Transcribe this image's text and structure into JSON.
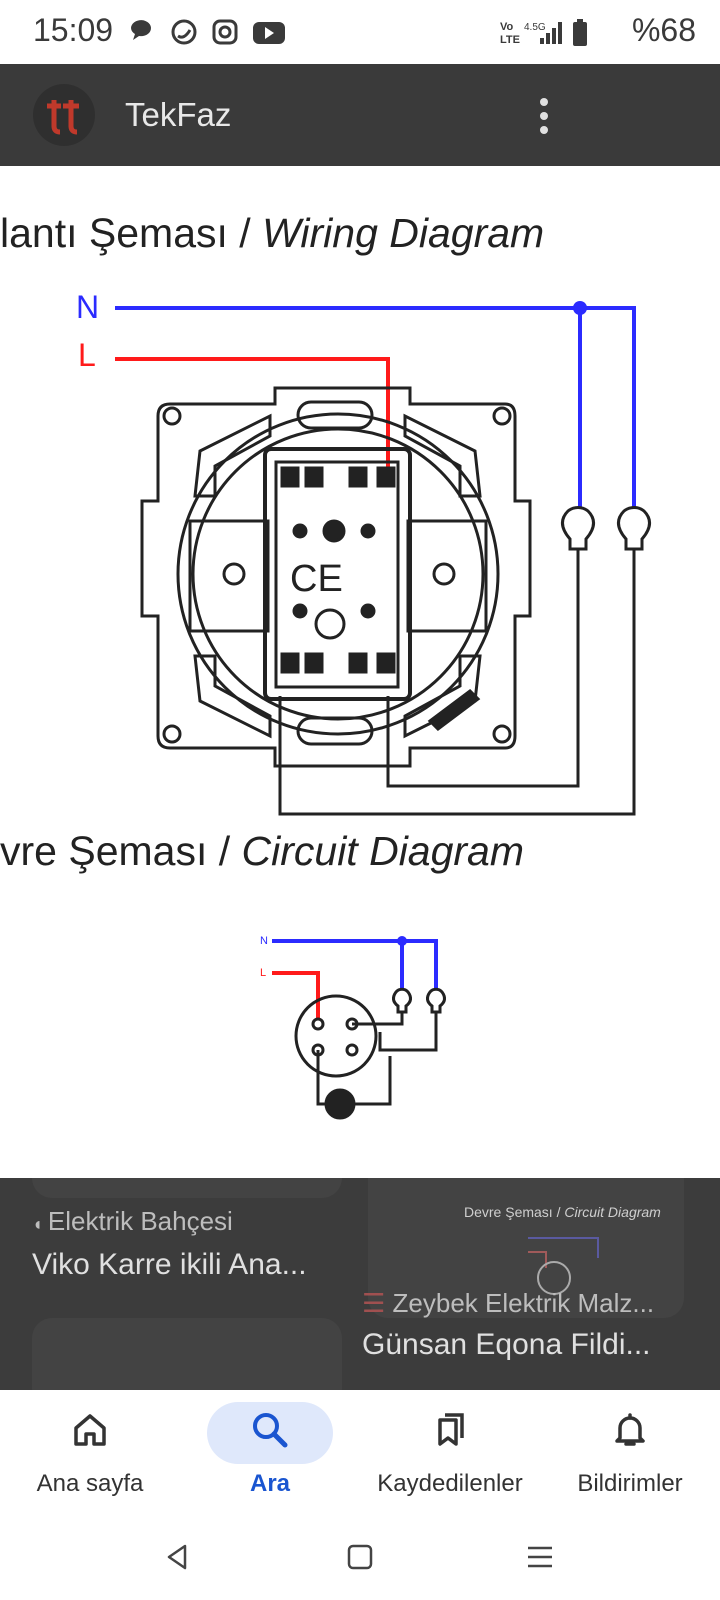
{
  "status_bar": {
    "time": "15:09",
    "battery": "%68",
    "network": "4.5G",
    "icons": [
      "chat-bubble-icon",
      "whatsapp-icon",
      "instagram-icon",
      "youtube-icon",
      "volte-icon",
      "signal-icon",
      "battery-icon"
    ]
  },
  "header": {
    "site_name": "TekFaz",
    "logo_text": "tt",
    "menu_icon": "more-vert-icon"
  },
  "image": {
    "wiring_title_plain": "lantı Şeması / ",
    "wiring_title_italic": "Wiring Diagram",
    "circuit_title_plain": "vre Şeması / ",
    "circuit_title_italic": "Circuit Diagram",
    "label_n": "N",
    "label_l": "L",
    "colors": {
      "neutral": "#2b2bff",
      "live": "#ff1a1a",
      "line": "#222222"
    }
  },
  "results": [
    {
      "source": "Elektrik Bahçesi",
      "title": "Viko Karre ikili Ana..."
    },
    {
      "source": "Zeybek Elektrik Malz...",
      "title": "Günsan Eqona Fildi...",
      "thumb_caption_plain": "Devre Şeması / ",
      "thumb_caption_italic": "Circuit Diagram"
    }
  ],
  "bottom_nav": {
    "items": [
      {
        "label": "Ana sayfa",
        "icon": "home-icon",
        "active": false
      },
      {
        "label": "Ara",
        "icon": "search-icon",
        "active": true
      },
      {
        "label": "Kaydedilenler",
        "icon": "bookmarks-icon",
        "active": false
      },
      {
        "label": "Bildirimler",
        "icon": "bell-icon",
        "active": false
      }
    ],
    "accent": "#1a55d0"
  },
  "system_nav": [
    "back-icon",
    "home-square-icon",
    "recents-icon"
  ]
}
